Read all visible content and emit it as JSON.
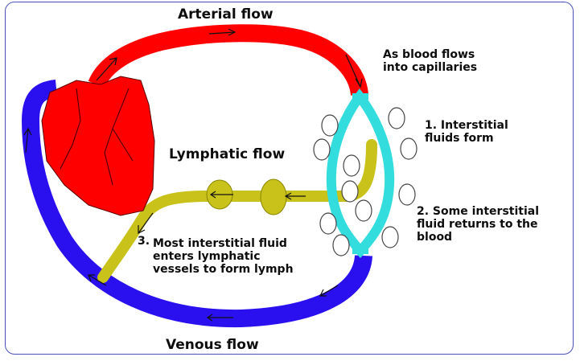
{
  "diagram": {
    "title_labels": {
      "arterial": "Arterial flow",
      "lymphatic": "Lymphatic flow",
      "venous": "Venous flow"
    },
    "notes": {
      "capillaries": "As blood flows\ninto capillaries",
      "step1": "1. Interstitial\nfluids form",
      "step2": "2. Some interstitial\nfluid returns to the\nblood",
      "step3_number": "3.",
      "step3_text": "Most interstitial fluid\nenters lymphatic\nvessels to form lymph"
    },
    "colors": {
      "arterial": "#ff0000",
      "venous": "#2a10ee",
      "capillary": "#33dddd",
      "lymph": "#c8c21a",
      "frame": "#4a50b8",
      "heart": "#ff0000"
    }
  }
}
